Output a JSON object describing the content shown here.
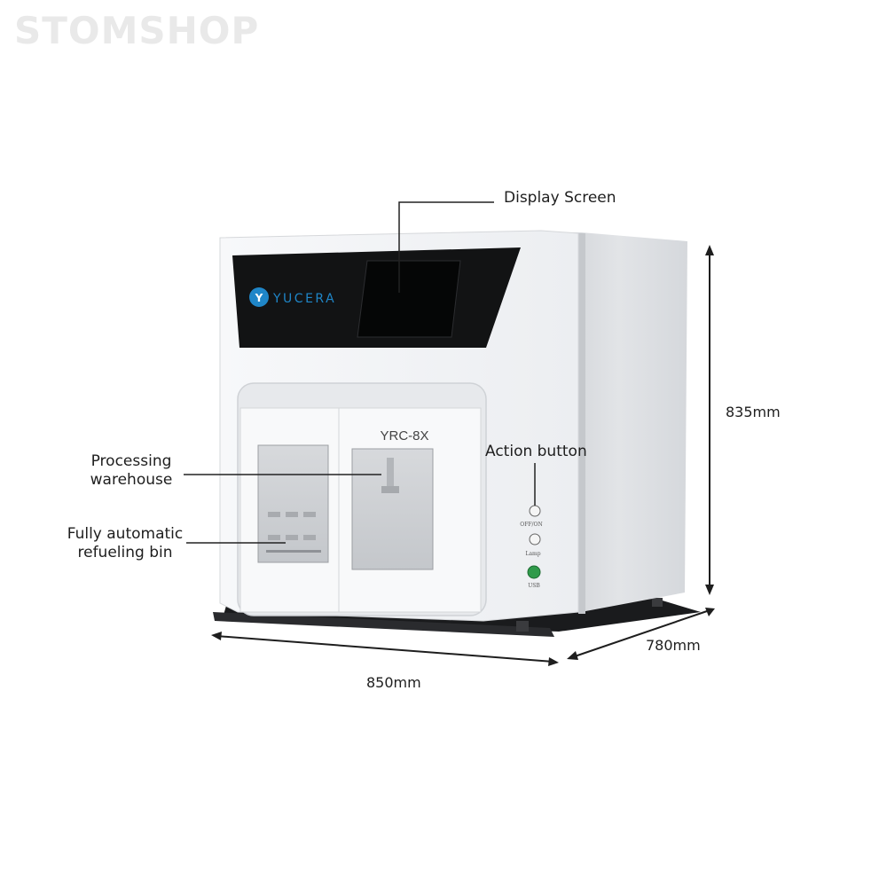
{
  "watermark": "STOMSHOP",
  "brand": "YUCERA",
  "model": "YRC-8X",
  "callouts": {
    "display_screen": "Display Screen",
    "action_button": "Action button",
    "processing_warehouse_line1": "Processing",
    "processing_warehouse_line2": "warehouse",
    "refueling_bin_line1": "Fully automatic",
    "refueling_bin_line2": "refueling bin"
  },
  "buttons": {
    "power": "OFF/ON",
    "lamp": "Lamp",
    "usb": "USB"
  },
  "dimensions": {
    "height": "835mm",
    "width": "850mm",
    "depth": "780mm"
  },
  "colors": {
    "body": "#f2f3f5",
    "side_panel": "#dcdee2",
    "panel_black": "#121314",
    "logo_blue": "#1f86c8",
    "usb_green": "#2f9a4a"
  }
}
